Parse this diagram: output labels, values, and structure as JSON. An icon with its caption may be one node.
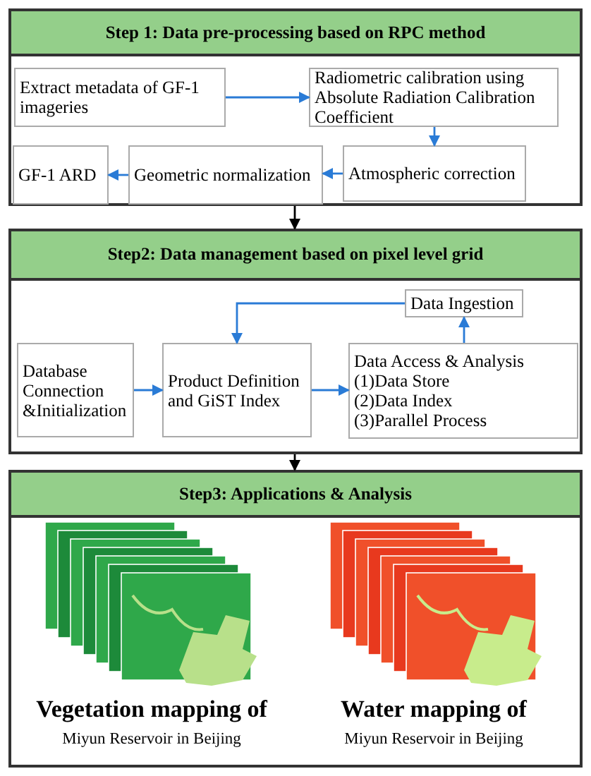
{
  "diagram": {
    "nodes": [
      {
        "text": [
          "Step 1: Data pre-processing based on RPC method"
        ]
      },
      {
        "text": [
          "Extract metadata of GF-1 imageries"
        ],
        "in": 0
      },
      {
        "text": [
          "Radiometric calibration using Absolute Radiation Calibration Coefficient"
        ],
        "in": 0
      },
      {
        "text": [
          "Atmospheric correction"
        ],
        "in": 0
      },
      {
        "text": [
          "Geometric normalization"
        ],
        "in": 0
      },
      {
        "text": [
          "GF-1 ARD"
        ],
        "in": 0
      },
      {
        "text": [
          "Step2: Data management based on pixel level grid"
        ]
      },
      {
        "text": [
          "Data Ingestion"
        ],
        "in": 6
      },
      {
        "text": [
          "Database Connection &Initialization"
        ],
        "in": 6
      },
      {
        "text": [
          "Product Definition and GiST Index"
        ],
        "in": 6
      },
      {
        "text": [
          "Data Access & Analysis",
          "(1)Data Store",
          "(2)Data Index",
          "(3)Parallel Process"
        ],
        "in": 6
      },
      {
        "text": [
          "Step3: Applications & Analysis"
        ]
      }
    ],
    "edges": [
      {
        "from": 1,
        "to": 2,
        "arrow": "to"
      },
      {
        "from": 2,
        "to": 3,
        "arrow": "to"
      },
      {
        "from": 3,
        "to": 4,
        "arrow": "to"
      },
      {
        "from": 4,
        "to": 5,
        "arrow": "to"
      },
      {
        "from": 0,
        "to": 6,
        "arrow": "to",
        "color": "#000000"
      },
      {
        "from": 8,
        "to": 9,
        "arrow": "to"
      },
      {
        "from": 9,
        "to": 10,
        "arrow": "to"
      },
      {
        "from": 10,
        "to": 7,
        "arrow": "to"
      },
      {
        "from": 7,
        "to": 9,
        "arrow": "to"
      },
      {
        "from": 6,
        "to": 11,
        "arrow": "to",
        "color": "#000000"
      }
    ],
    "labels": [
      "Vegetation mapping of",
      "Miyun Reservoir in Beijing",
      "Water mapping of",
      "Miyun Reservoir in Beijing"
    ]
  }
}
